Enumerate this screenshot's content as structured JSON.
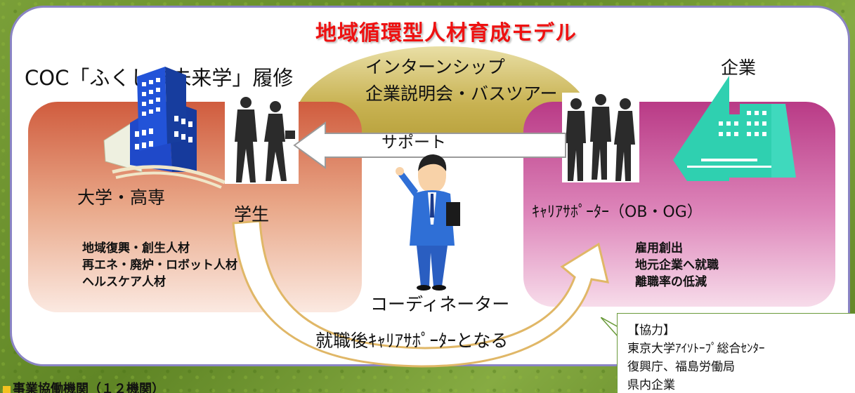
{
  "title": "地域循環型人材育成モデル",
  "top_left_label": "COC「ふくしま未来学」履修",
  "arch_lines": [
    "インターンシップ",
    "企業説明会・バスツアー"
  ],
  "company_label": "企業",
  "university_label": "大学・高専",
  "student_label": "学生",
  "support_label": "サポート",
  "career_supporter_label": "ｷｬﾘｱｻﾎﾟｰﾀｰ（OB・OG）",
  "coordinator_label": "コーディネーター",
  "after_employment_label": "就職後ｷｬﾘｱｻﾎﾟｰﾀｰとなる",
  "left_list": [
    "地域復興・創生人材",
    "再エネ・廃炉・ロボット人材",
    "ヘルスケア人材"
  ],
  "right_list": [
    "雇用創出",
    "地元企業へ就職",
    "離職率の低減"
  ],
  "callout": {
    "heading": "【協力】",
    "lines": [
      "東京大学ｱｲｿﾄｰﾌﾟ総合ｾﾝﾀｰ",
      "復興庁、福島労働局",
      "県内企業"
    ]
  },
  "bottom_label": "事業協働機関（１２機関）",
  "colors": {
    "title": "#ee1111",
    "panel_border": "#8a84c4",
    "left_box": "#d05c3e",
    "right_box": "#b93a86",
    "arch": "#c8b252",
    "building_left": "#1f49c9",
    "building_right": "#2fd0b0"
  },
  "icons": [
    "university-building-icon",
    "student-silhouettes-icon",
    "supporter-silhouettes-icon",
    "company-building-icon",
    "coordinator-figure-icon"
  ]
}
